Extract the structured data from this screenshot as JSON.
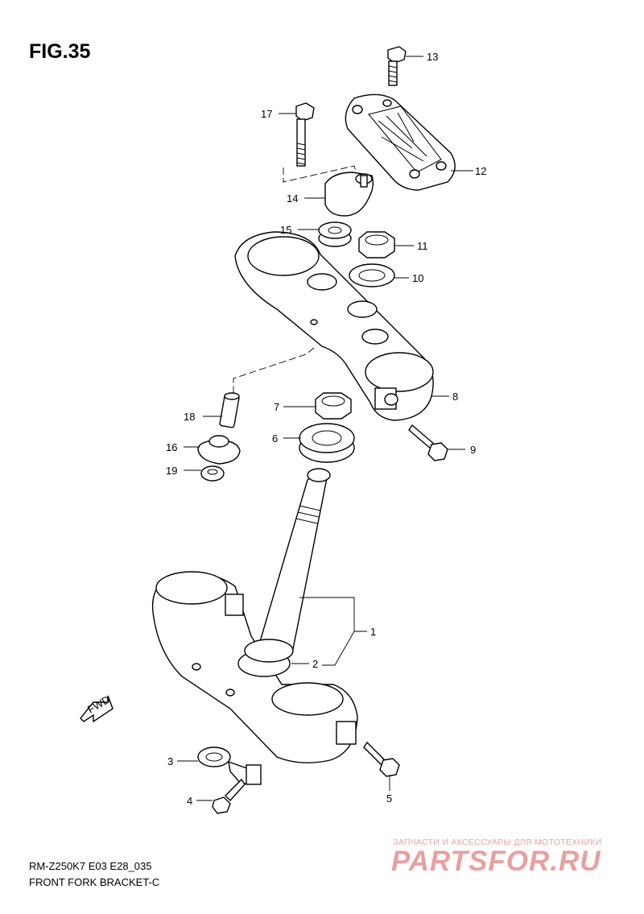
{
  "figure": {
    "title": "FIG.35"
  },
  "callouts": [
    {
      "num": "1"
    },
    {
      "num": "2"
    },
    {
      "num": "3"
    },
    {
      "num": "4"
    },
    {
      "num": "5"
    },
    {
      "num": "6"
    },
    {
      "num": "7"
    },
    {
      "num": "8"
    },
    {
      "num": "9"
    },
    {
      "num": "10"
    },
    {
      "num": "11"
    },
    {
      "num": "12"
    },
    {
      "num": "13"
    },
    {
      "num": "14"
    },
    {
      "num": "15"
    },
    {
      "num": "16"
    },
    {
      "num": "17"
    },
    {
      "num": "18"
    },
    {
      "num": "19"
    }
  ],
  "arrow": {
    "label": "FWD"
  },
  "footer": {
    "model": "RM-Z250K7 E03 E28_035",
    "description": "FRONT FORK BRACKET-C"
  },
  "watermark": {
    "subtitle": "ЗАПЧАСТИ И АКСЕССУАРЫ ДЛЯ МОТОТЕХНИКИ",
    "brand": "PARTSFOR.RU"
  }
}
